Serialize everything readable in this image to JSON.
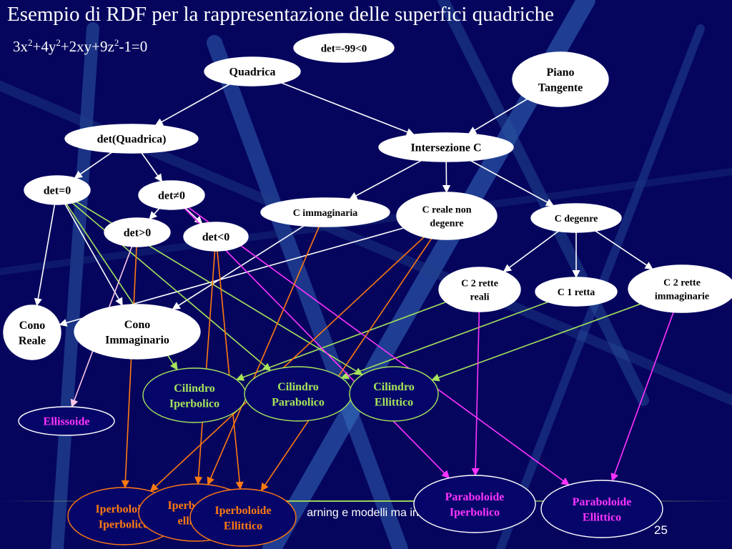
{
  "slide": {
    "title": "Esempio di RDF per la rappresentazione delle superfici quadriche",
    "equation_parts": [
      "3x",
      "2",
      "+4y",
      "2",
      "+2xy+9z",
      "2",
      "-1=0"
    ],
    "footer_text": "arning e modelli ma in 3D",
    "page_number": "25"
  },
  "colors": {
    "background": "#05055e",
    "node_fill_white": "#ffffff",
    "node_fill_blue": "#06066a",
    "edge_white": "#ffffff",
    "edge_green": "#a6e45a",
    "edge_magenta": "#ff33ff",
    "edge_orange": "#ff7a10",
    "edge_pink": "#ffc8e8",
    "text_dark": "#000000",
    "text_green": "#a6e45a",
    "text_magenta": "#ff33ff",
    "text_orange": "#ff7a10",
    "text_white": "#ffffff"
  },
  "nodes": [
    {
      "id": "det99",
      "lines": [
        "det=-99<0"
      ],
      "style": "white"
    },
    {
      "id": "quadrica",
      "lines": [
        "Quadrica"
      ],
      "style": "white"
    },
    {
      "id": "piano",
      "lines": [
        "Piano",
        "Tangente"
      ],
      "style": "white"
    },
    {
      "id": "detq",
      "lines": [
        "det(Quadrica)"
      ],
      "style": "white"
    },
    {
      "id": "inters",
      "lines": [
        "Intersezione C"
      ],
      "style": "white"
    },
    {
      "id": "det0",
      "lines": [
        "det=0"
      ],
      "style": "white"
    },
    {
      "id": "detne0",
      "lines": [
        "det≠0"
      ],
      "style": "white"
    },
    {
      "id": "cimm",
      "lines": [
        "C immaginaria"
      ],
      "style": "white"
    },
    {
      "id": "creale",
      "lines": [
        "C reale non",
        "degenre"
      ],
      "style": "white"
    },
    {
      "id": "cdeg",
      "lines": [
        "C degenre"
      ],
      "style": "white"
    },
    {
      "id": "detgt0",
      "lines": [
        "det>0"
      ],
      "style": "white"
    },
    {
      "id": "detlt0",
      "lines": [
        "det<0"
      ],
      "style": "white"
    },
    {
      "id": "c2reali",
      "lines": [
        "C 2 rette",
        "reali"
      ],
      "style": "white"
    },
    {
      "id": "c1retta",
      "lines": [
        "C 1 retta"
      ],
      "style": "white"
    },
    {
      "id": "c2imm",
      "lines": [
        "C 2 rette",
        "immaginarie"
      ],
      "style": "white"
    },
    {
      "id": "conoreale",
      "lines": [
        "Cono",
        "Reale"
      ],
      "style": "white"
    },
    {
      "id": "conoimm",
      "lines": [
        "Cono",
        "Immaginario"
      ],
      "style": "white"
    },
    {
      "id": "cilip",
      "lines": [
        "Cilindro",
        "Iperbolico"
      ],
      "style": "green"
    },
    {
      "id": "cilpar",
      "lines": [
        "Cilindro",
        "Parabolico"
      ],
      "style": "green"
    },
    {
      "id": "cilell",
      "lines": [
        "Cilindro",
        "Ellittico"
      ],
      "style": "green"
    },
    {
      "id": "ellissoide",
      "lines": [
        "Ellissoide"
      ],
      "style": "pink"
    },
    {
      "id": "parip",
      "lines": [
        "Paraboloide",
        "Iperbolico"
      ],
      "style": "magenta"
    },
    {
      "id": "parell",
      "lines": [
        "Paraboloide",
        "Ellittico"
      ],
      "style": "magenta"
    },
    {
      "id": "ipip",
      "lines": [
        "Iperboloide",
        "Iperbolico"
      ],
      "style": "orange"
    },
    {
      "id": "ipell1",
      "lines": [
        "Iperboloide",
        "ellittico"
      ],
      "style": "orange"
    },
    {
      "id": "ipell2",
      "lines": [
        "Iperboloide",
        "Ellittico"
      ],
      "style": "orange"
    }
  ],
  "edges": [
    {
      "from": "quadrica",
      "to": "detq",
      "color": "white"
    },
    {
      "from": "quadrica",
      "to": "inters",
      "color": "white"
    },
    {
      "from": "piano",
      "to": "inters",
      "color": "white"
    },
    {
      "from": "detq",
      "to": "det0",
      "color": "white"
    },
    {
      "from": "detq",
      "to": "detne0",
      "color": "white"
    },
    {
      "from": "inters",
      "to": "cimm",
      "color": "white"
    },
    {
      "from": "inters",
      "to": "creale",
      "color": "white"
    },
    {
      "from": "inters",
      "to": "cdeg",
      "color": "white"
    },
    {
      "from": "detne0",
      "to": "detgt0",
      "color": "white"
    },
    {
      "from": "detne0",
      "to": "detlt0",
      "color": "white"
    },
    {
      "from": "cdeg",
      "to": "c2reali",
      "color": "white"
    },
    {
      "from": "cdeg",
      "to": "c1retta",
      "color": "white"
    },
    {
      "from": "cdeg",
      "to": "c2imm",
      "color": "white"
    },
    {
      "from": "det0",
      "to": "conoreale",
      "color": "white"
    },
    {
      "from": "det0",
      "to": "conoimm",
      "color": "white"
    },
    {
      "from": "creale",
      "to": "conoreale",
      "color": "white"
    },
    {
      "from": "cimm",
      "to": "conoimm",
      "color": "white"
    },
    {
      "from": "det0",
      "to": "cilip",
      "color": "green"
    },
    {
      "from": "det0",
      "to": "cilpar",
      "color": "green"
    },
    {
      "from": "det0",
      "to": "cilell",
      "color": "green"
    },
    {
      "from": "c2reali",
      "to": "cilip",
      "color": "green"
    },
    {
      "from": "c1retta",
      "to": "cilpar",
      "color": "green"
    },
    {
      "from": "c2imm",
      "to": "cilell",
      "color": "green"
    },
    {
      "from": "detne0",
      "to": "parip",
      "color": "magenta"
    },
    {
      "from": "detne0",
      "to": "parell",
      "color": "magenta"
    },
    {
      "from": "c2reali",
      "to": "parip",
      "color": "magenta"
    },
    {
      "from": "c2imm",
      "to": "parell",
      "color": "magenta"
    },
    {
      "from": "detgt0",
      "to": "ipip",
      "color": "orange"
    },
    {
      "from": "detlt0",
      "to": "ipell1",
      "color": "orange"
    },
    {
      "from": "detlt0",
      "to": "ipell2",
      "color": "orange"
    },
    {
      "from": "creale",
      "to": "ipip",
      "color": "orange"
    },
    {
      "from": "creale",
      "to": "ipell2",
      "color": "orange"
    },
    {
      "from": "cimm",
      "to": "ipell1",
      "color": "orange"
    },
    {
      "from": "detgt0",
      "to": "ellissoide",
      "color": "pink"
    }
  ]
}
